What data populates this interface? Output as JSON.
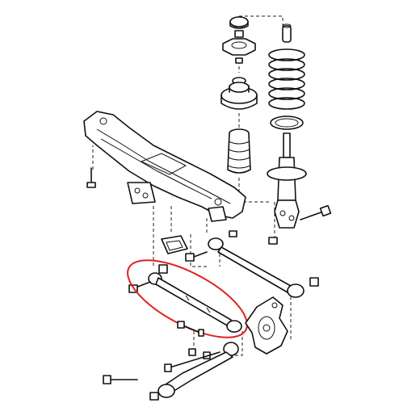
{
  "diagram": {
    "kind": "exploded-view",
    "highlight_color": "#e02020",
    "line_color": "#111111",
    "background": "#ffffff",
    "parts": [
      "rear-crossmember",
      "strut-mount-cap",
      "strut-mount",
      "coil-spring",
      "spring-seat",
      "dust-boot",
      "bump-stop",
      "strut-assembly",
      "upper-lateral-link",
      "lower-lateral-link",
      "trailing-link",
      "knuckle",
      "bracket",
      "bolts"
    ],
    "highlighted_part": "lower-lateral-link"
  }
}
